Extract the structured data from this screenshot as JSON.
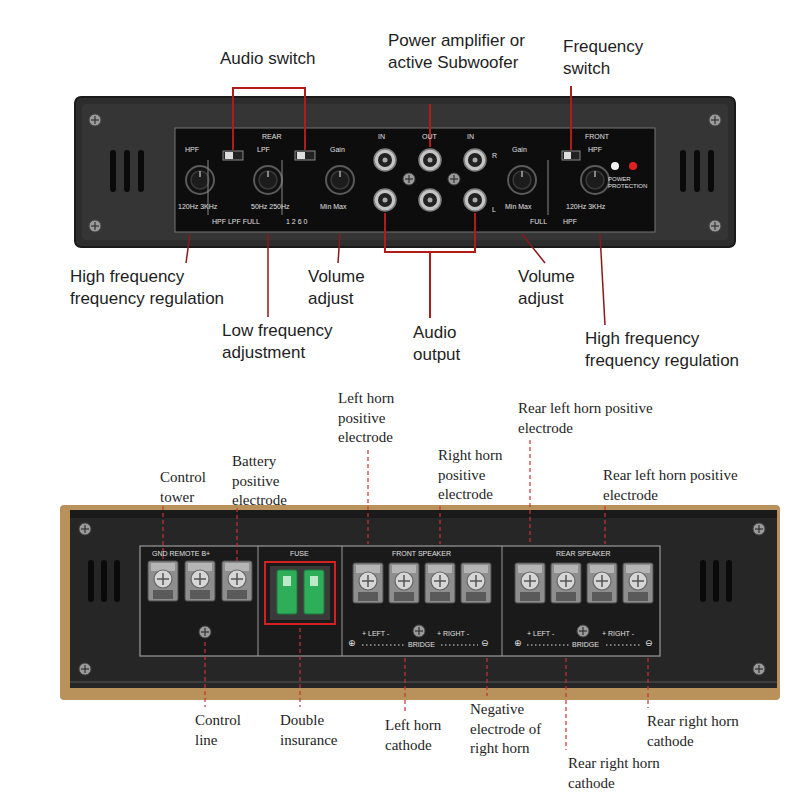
{
  "diagram": {
    "labels": [
      "Audio switch",
      "Power amplifier or active Subwoofer",
      "Frequency switch",
      "High frequency frequency regulation",
      "Volume adjust",
      "Low frequency adjustment",
      "Audio output",
      "Volume adjust",
      "High frequency frequency regulation",
      "REAR",
      "IN",
      "OUT",
      "IN",
      "FRONT",
      "HPF",
      "LPF",
      "Gain",
      "Gain",
      "HPF",
      "R",
      "L",
      "120Hz 3KHz",
      "HPF LPF FULL",
      "50Hz 250Hz",
      "1 2 6 0",
      "Min Max",
      "Min Max",
      "FULL",
      "120Hz 3KHz",
      "HPF",
      "POWER PROTECTION",
      "Control tower",
      "Battery positive electrode",
      "Left horn positive electrode",
      "Right horn positive electrode",
      "Rear left horn positive electrode",
      "Rear left horn positive electrode",
      "Control line",
      "Double insurance",
      "Left horn cathode",
      "Negative electrode of right horn",
      "Rear right horn cathode",
      "Rear right horn cathode",
      "GND REMOTE B+",
      "FUSE",
      "FRONT SPEAKER",
      "REAR SPEAKER",
      "+ LEFT -",
      "+ RIGHT -",
      "BRIDGE",
      "+ LEFT -",
      "+ RIGHT -",
      "BRIDGE",
      "⊕",
      "⊖",
      "⊕",
      "⊖"
    ]
  }
}
